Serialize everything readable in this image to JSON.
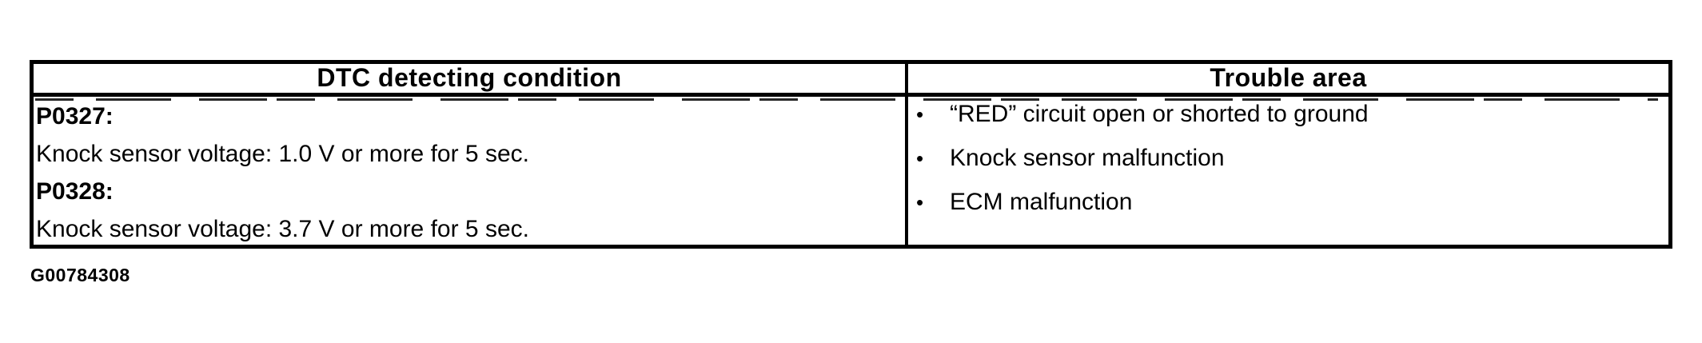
{
  "table": {
    "columns": [
      {
        "header": "DTC detecting condition"
      },
      {
        "header": "Trouble area"
      }
    ],
    "dtc_conditions": [
      {
        "code": "P0327:",
        "condition": "Knock sensor voltage: 1.0 V or more for 5 sec."
      },
      {
        "code": "P0328:",
        "condition": "Knock sensor voltage: 3.7 V or more for 5 sec."
      }
    ],
    "trouble_areas": [
      "“RED” circuit open or shorted to ground",
      "Knock sensor malfunction",
      "ECM malfunction"
    ],
    "bullet_glyph": "•"
  },
  "figure_id": "G00784308",
  "colors": {
    "border": "#000000",
    "text": "#000000",
    "background": "#ffffff"
  }
}
